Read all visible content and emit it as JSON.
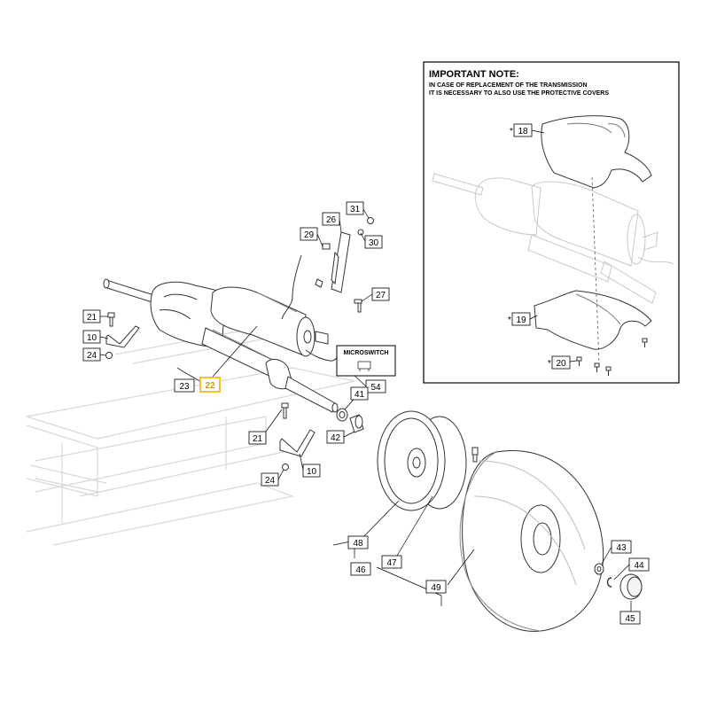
{
  "note": {
    "title": "IMPORTANT NOTE:",
    "line1": "IN CASE OF REPLACEMENT OF THE TRANSMISSION",
    "line2": "IT IS NECESSARY TO ALSO USE THE PROTECTIVE COVERS"
  },
  "microswitch_label": "MICROSWITCH",
  "highlight_color": "#f2c230",
  "parts": {
    "p10a": "10",
    "p10b": "10",
    "p18": "18",
    "p19": "19",
    "p20": "20",
    "p21a": "21",
    "p21b": "21",
    "p22": "22",
    "p23": "23",
    "p24a": "24",
    "p24b": "24",
    "p26": "26",
    "p27": "27",
    "p29": "29",
    "p30": "30",
    "p31": "31",
    "p41": "41",
    "p42": "42",
    "p43": "43",
    "p44": "44",
    "p45": "45",
    "p46": "46",
    "p47": "47",
    "p48": "48",
    "p49": "49",
    "p54": "54"
  },
  "asterisk": "*"
}
